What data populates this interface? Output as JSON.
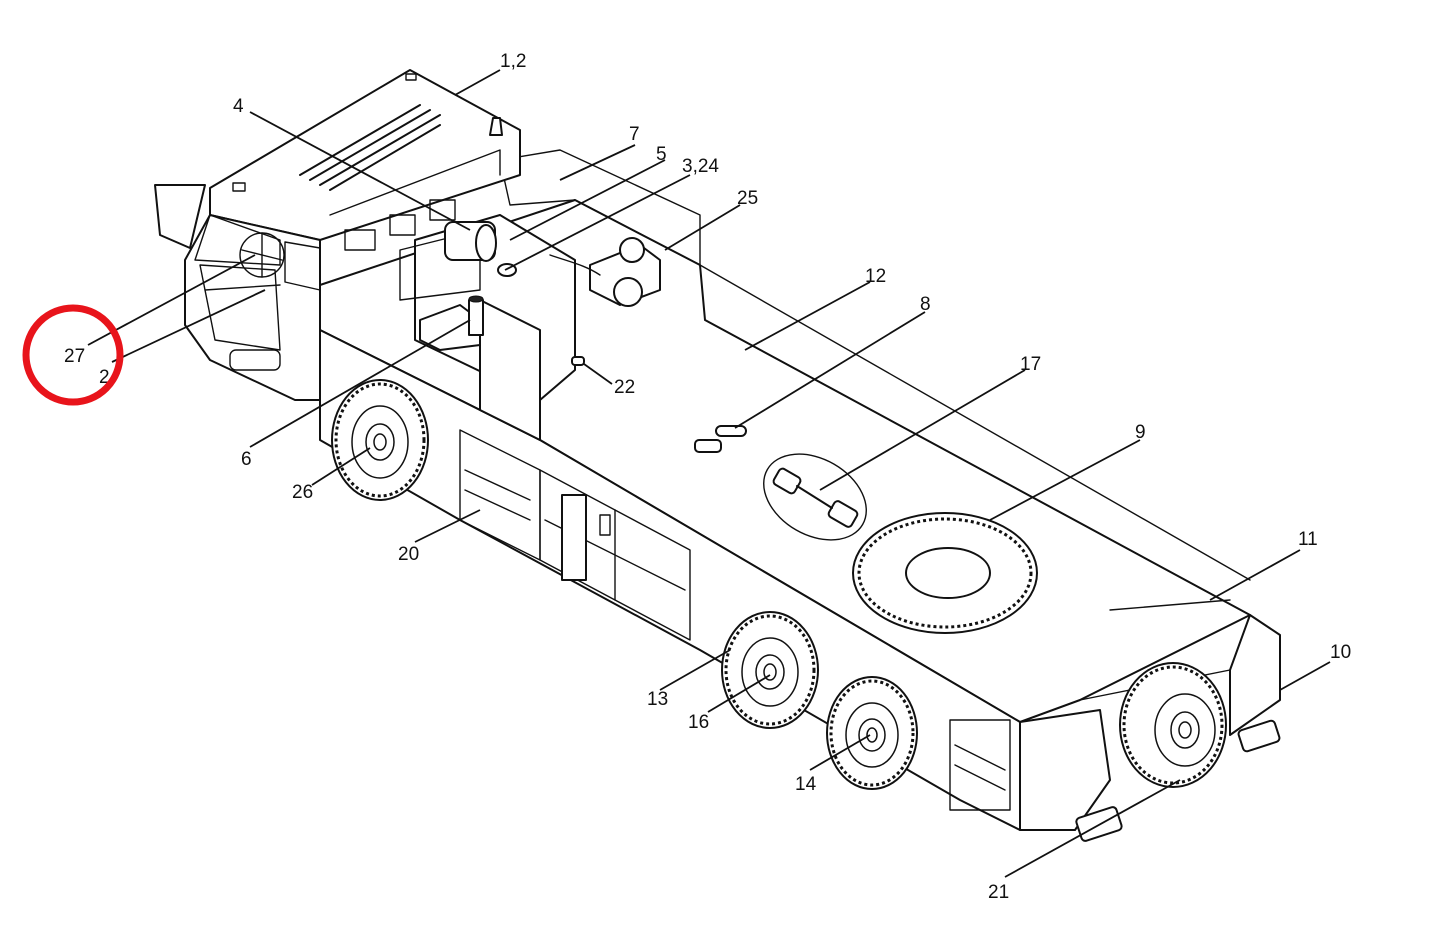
{
  "highlight": {
    "color": "#e8141b",
    "target_label": "27"
  },
  "callouts": [
    {
      "id": "c-1-2",
      "text": "1,2"
    },
    {
      "id": "c-4",
      "text": "4"
    },
    {
      "id": "c-7",
      "text": "7"
    },
    {
      "id": "c-5",
      "text": "5"
    },
    {
      "id": "c-3-24",
      "text": "3,24"
    },
    {
      "id": "c-25",
      "text": "25"
    },
    {
      "id": "c-12",
      "text": "12"
    },
    {
      "id": "c-8",
      "text": "8"
    },
    {
      "id": "c-17",
      "text": "17"
    },
    {
      "id": "c-9",
      "text": "9"
    },
    {
      "id": "c-27",
      "text": "27"
    },
    {
      "id": "c-2b",
      "text": "2"
    },
    {
      "id": "c-22",
      "text": "22"
    },
    {
      "id": "c-6",
      "text": "6"
    },
    {
      "id": "c-26",
      "text": "26"
    },
    {
      "id": "c-20",
      "text": "20"
    },
    {
      "id": "c-11",
      "text": "11"
    },
    {
      "id": "c-10",
      "text": "10"
    },
    {
      "id": "c-13",
      "text": "13"
    },
    {
      "id": "c-16",
      "text": "16"
    },
    {
      "id": "c-14",
      "text": "14"
    },
    {
      "id": "c-21",
      "text": "21"
    }
  ]
}
